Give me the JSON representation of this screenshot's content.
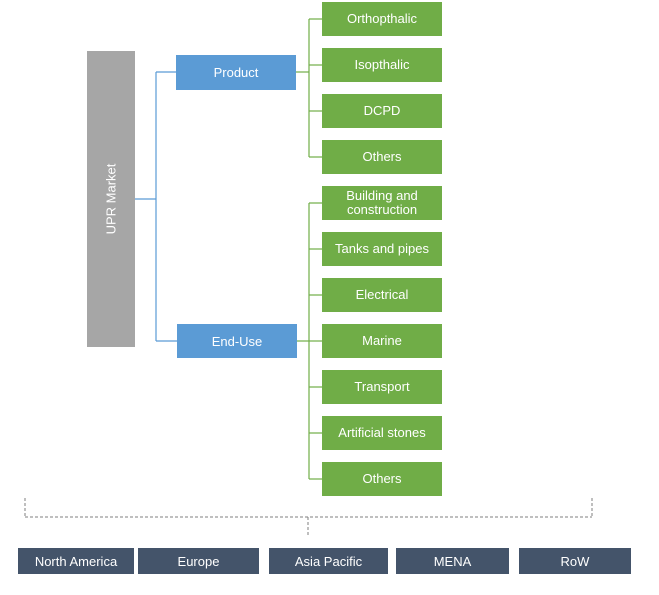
{
  "root": {
    "label": "UPR Market"
  },
  "categories": [
    {
      "label": "Product",
      "items": [
        "Orthopthalic",
        "Isopthalic",
        "DCPD",
        "Others"
      ]
    },
    {
      "label": "End-Use",
      "items": [
        "Building and\nconstruction",
        "Tanks and pipes",
        "Electrical",
        "Marine",
        "Transport",
        "Artificial stones",
        "Others"
      ]
    }
  ],
  "regions": [
    "North America",
    "Europe",
    "Asia Pacific",
    "MENA",
    "RoW"
  ],
  "colors": {
    "root": "#a6a6a6",
    "category": "#5b9bd5",
    "leaf": "#70ad47",
    "region": "#44546a",
    "connector_blue": "#5b9bd5",
    "connector_green": "#70ad47",
    "dashed": "#7f7f7f"
  }
}
